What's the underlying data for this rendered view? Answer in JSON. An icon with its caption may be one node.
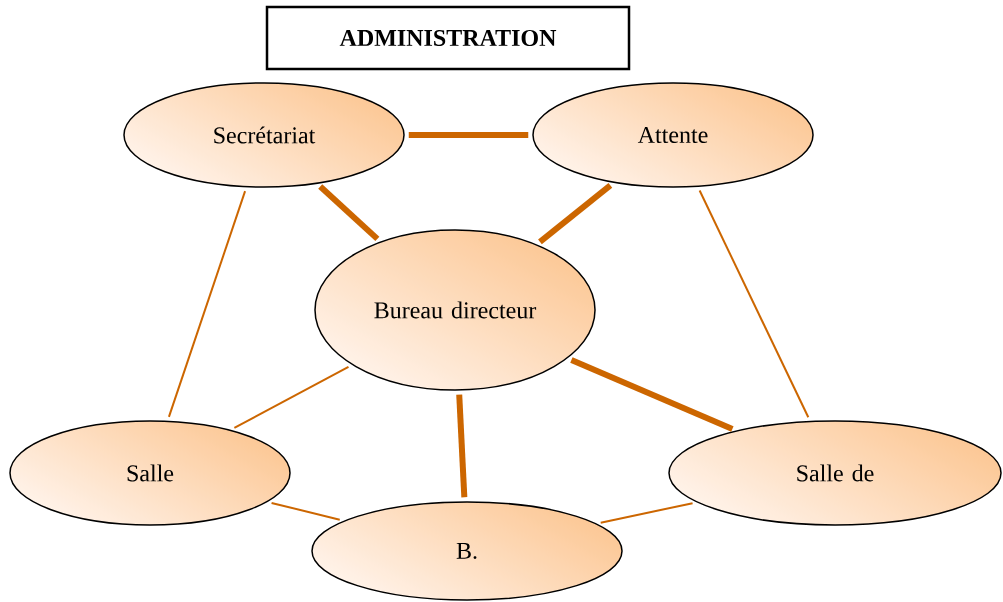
{
  "diagram": {
    "nodes": [
      {
        "text": [
          "ADMINISTRATION"
        ]
      },
      {
        "text": [
          "Secrétariat"
        ]
      },
      {
        "text": [
          "Attente"
        ]
      },
      {
        "text": [
          "Bureau directeur"
        ]
      },
      {
        "text": [
          "Salle"
        ]
      },
      {
        "text": [
          "Salle de"
        ]
      },
      {
        "text": [
          "B."
        ]
      }
    ],
    "edges": [
      {
        "from": 1,
        "to": 2,
        "arrow": "none",
        "style": "thick"
      },
      {
        "from": 1,
        "to": 3,
        "arrow": "none",
        "style": "thick"
      },
      {
        "from": 2,
        "to": 3,
        "arrow": "none",
        "style": "thick"
      },
      {
        "from": 1,
        "to": 4,
        "arrow": "none"
      },
      {
        "from": 2,
        "to": 5,
        "arrow": "none"
      },
      {
        "from": 3,
        "to": 4,
        "arrow": "none"
      },
      {
        "from": 3,
        "to": 6,
        "arrow": "none",
        "style": "thick"
      },
      {
        "from": 3,
        "to": 5,
        "arrow": "none",
        "style": "thick"
      },
      {
        "from": 4,
        "to": 6,
        "arrow": "none"
      },
      {
        "from": 6,
        "to": 5,
        "arrow": "none"
      }
    ]
  }
}
